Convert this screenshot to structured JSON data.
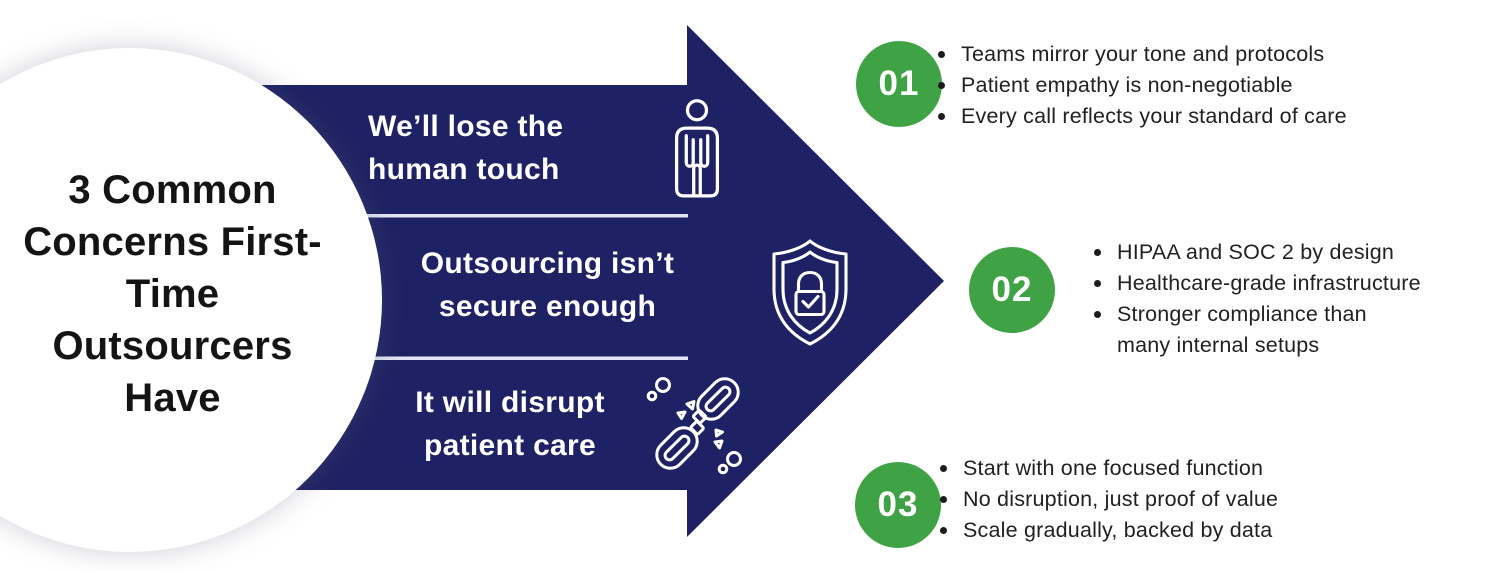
{
  "title": {
    "full": "3 Common Concerns First-Time Outsourcers Have",
    "lines": [
      "3 Common",
      "Concerns First-",
      "Time",
      "Outsourcers",
      "Have"
    ]
  },
  "concerns": [
    {
      "number": "01",
      "icon": "person-icon",
      "heading": [
        "We’ll lose the",
        "human touch"
      ],
      "points": [
        [
          "Teams mirror your tone and protocols"
        ],
        [
          "Patient empathy is non-negotiable"
        ],
        [
          "Every call reflects your standard of care"
        ]
      ]
    },
    {
      "number": "02",
      "icon": "shield-lock-icon",
      "heading": [
        "Outsourcing isn’t",
        "secure enough"
      ],
      "points": [
        [
          "HIPAA and SOC 2 by design"
        ],
        [
          "Healthcare-grade infrastructure"
        ],
        [
          "Stronger compliance than",
          "many internal setups"
        ]
      ]
    },
    {
      "number": "03",
      "icon": "broken-chain-icon",
      "heading": [
        "It will disrupt",
        "patient care"
      ],
      "points": [
        [
          "Start with one focused function"
        ],
        [
          "No disruption, just proof of value"
        ],
        [
          "Scale gradually, backed by data"
        ]
      ]
    }
  ],
  "colors": {
    "navy": "#1e2264",
    "green": "#3fa346",
    "divider": "#e2e6f4",
    "title_text": "#141414",
    "bullet_text": "#212121",
    "icon_stroke": "#ffffff"
  }
}
